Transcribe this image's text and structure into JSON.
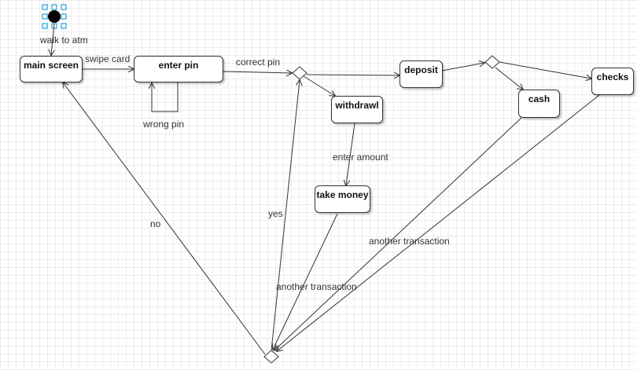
{
  "states": {
    "main_screen": "main screen",
    "enter_pin": "enter pin",
    "deposit": "deposit",
    "withdrawl": "withdrawl",
    "take_money": "take money",
    "cash": "cash",
    "checks": "checks"
  },
  "transitions": {
    "walk_to_atm": "walk to atm",
    "swipe_card": "swipe card",
    "correct_pin": "correct pin",
    "wrong_pin": "wrong pin",
    "enter_amount": "enter amount",
    "yes": "yes",
    "no": "no",
    "another_transaction_left": "another transaction",
    "another_transaction_right": "another transaction"
  },
  "colors": {
    "line": "#333333",
    "selection_handle": "#29a1d9",
    "grid": "#ececec"
  }
}
